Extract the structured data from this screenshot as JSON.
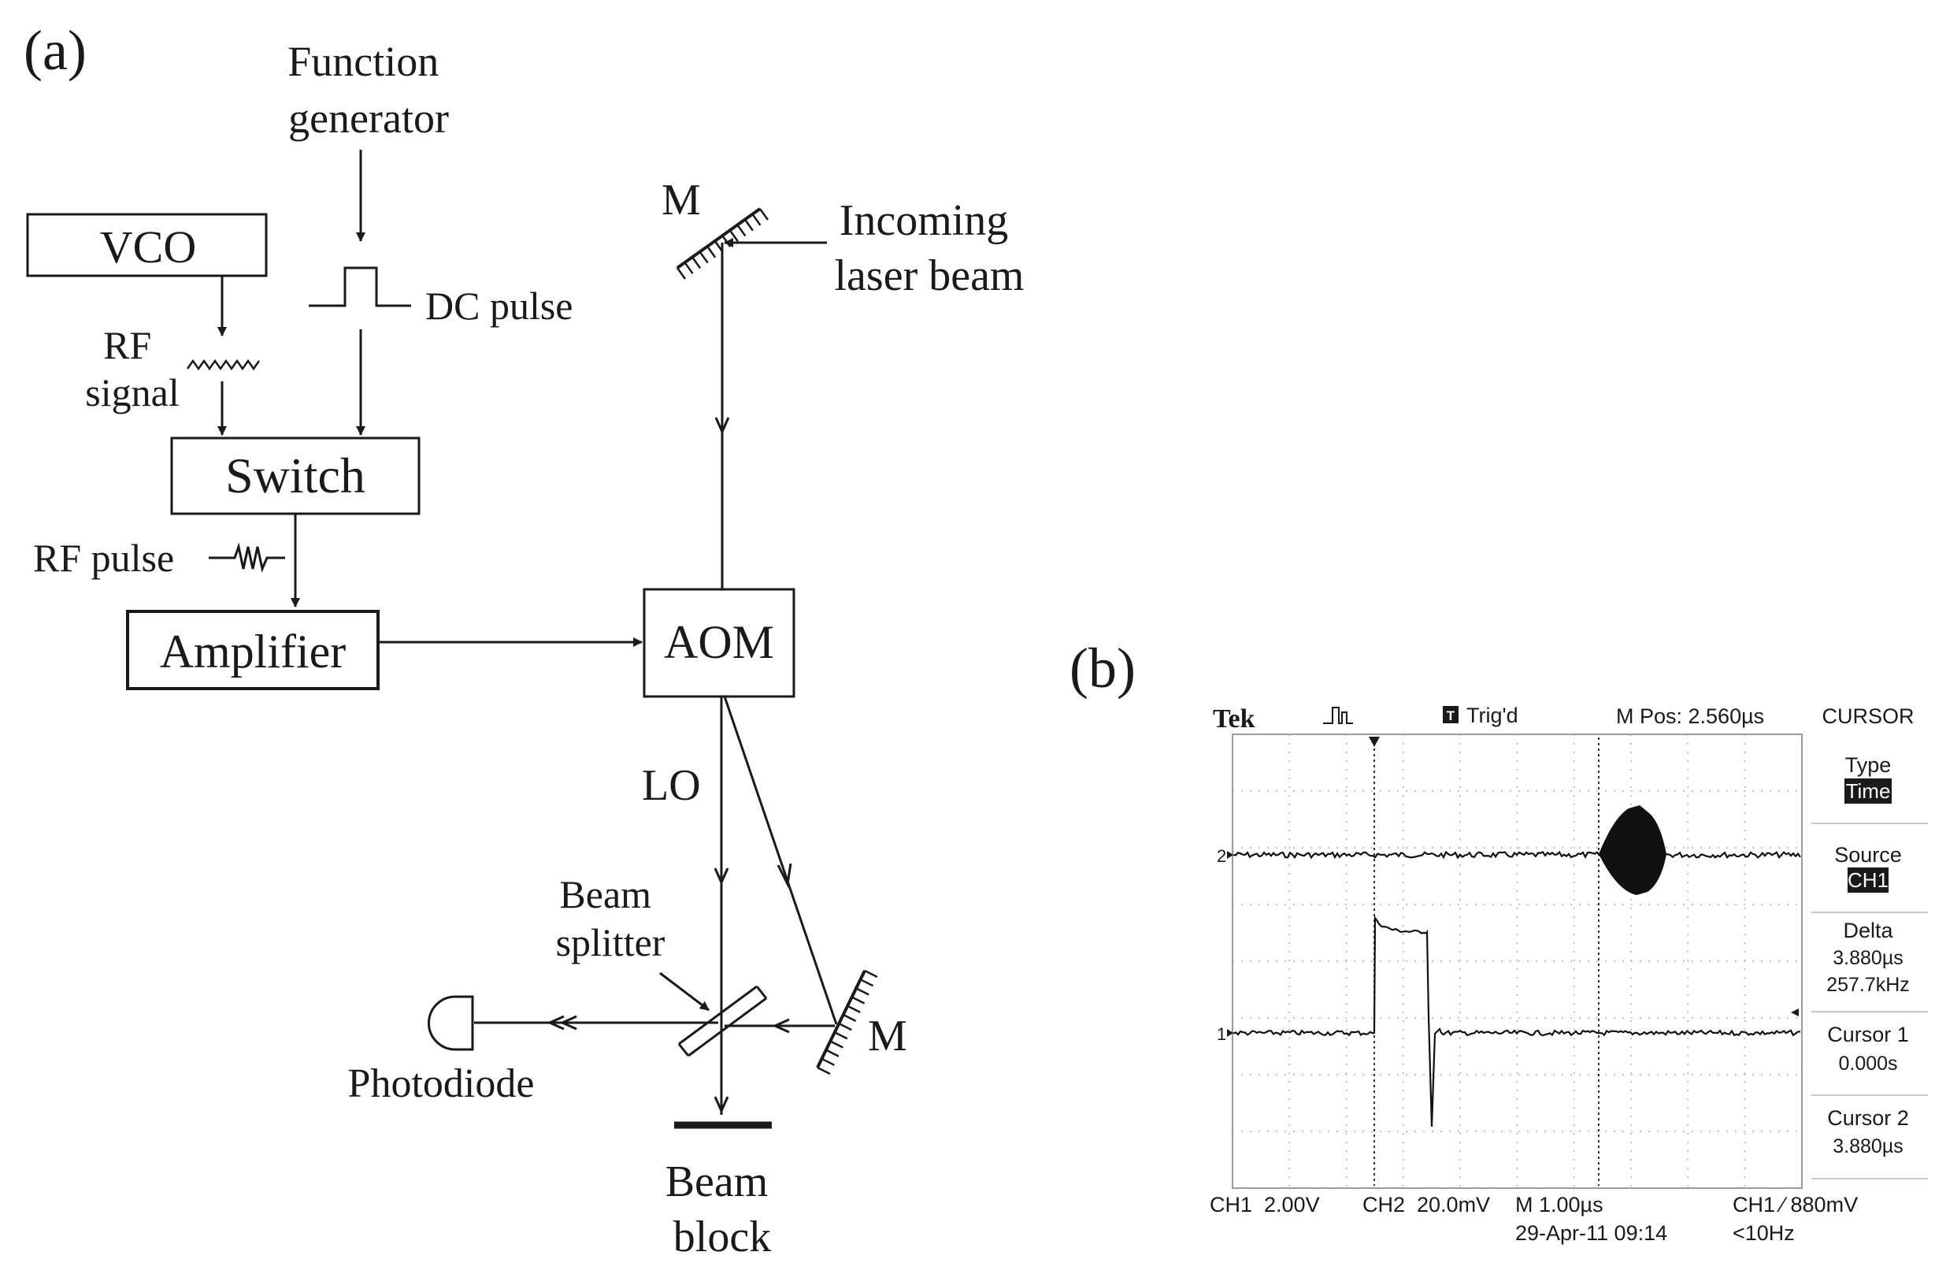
{
  "panel_a": {
    "label": "(a)",
    "function_generator": [
      "Function",
      "generator"
    ],
    "vco": "VCO",
    "rf_signal": [
      "RF",
      "signal"
    ],
    "dc_pulse": "DC pulse",
    "switch": "Switch",
    "rf_pulse": "RF pulse",
    "amplifier": "Amplifier",
    "aom": "AOM",
    "mirror_top": "M",
    "incoming_beam": [
      "Incoming",
      "laser beam"
    ],
    "lo": "LO",
    "beam_splitter": [
      "Beam",
      "splitter"
    ],
    "mirror_bottom": "M",
    "photodiode": "Photodiode",
    "beam_block": [
      "Beam",
      "block"
    ]
  },
  "panel_b": {
    "label": "(b)",
    "brand": "Tek",
    "trig_icon": "T",
    "trig_status": "Trig'd",
    "m_pos": "M Pos: 2.560µs",
    "menu_title": "CURSOR",
    "menu": [
      {
        "title": "Type",
        "value": "Time",
        "inverse": true
      },
      {
        "title": "Source",
        "value": "CH1",
        "inverse": true
      },
      {
        "title": "Delta",
        "lines": [
          "3.880µs",
          "257.7kHz"
        ]
      },
      {
        "title": "Cursor 1",
        "lines": [
          "0.000s"
        ]
      },
      {
        "title": "Cursor 2",
        "lines": [
          "3.880µs"
        ]
      }
    ],
    "ch2_marker": "2",
    "ch1_marker": "1",
    "bottom": {
      "ch1": "CH1  2.00V",
      "ch2": "CH2  20.0mV",
      "timebase": "M 1.00µs",
      "trigger": "CH1 ∕ 880mV",
      "date": "29-Apr-11 09:14",
      "freq": "<10Hz"
    }
  }
}
